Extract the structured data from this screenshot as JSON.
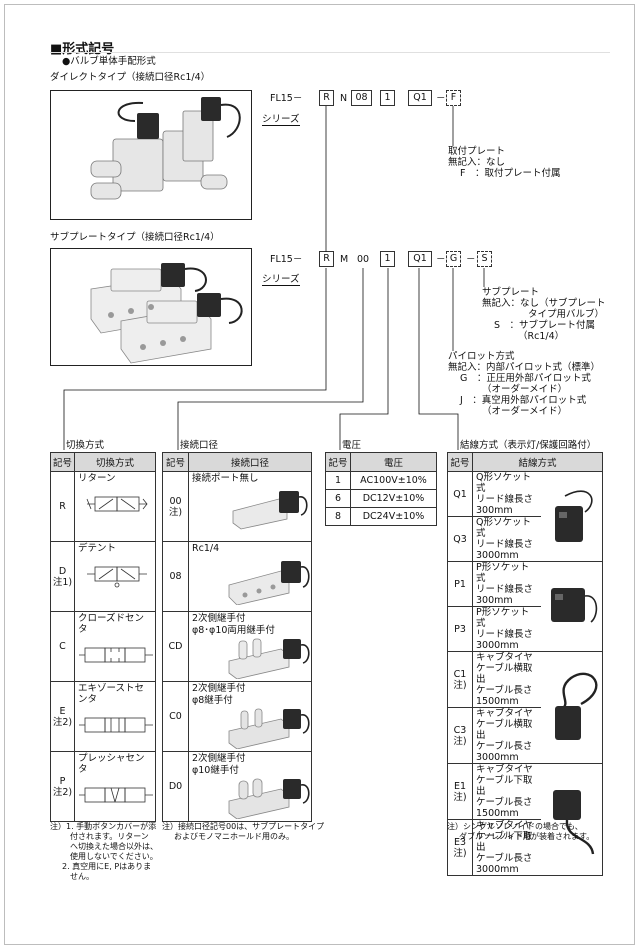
{
  "heading": {
    "title": "■形式記号",
    "subtitle": "●バルブ単体手配形式"
  },
  "direct": {
    "label": "ダイレクトタイプ（接続口径Rc1/4）",
    "code": {
      "prefix": "FL15－",
      "p1": "R",
      "p2": "N",
      "p3": "08",
      "p4": "1",
      "p5": "Q1",
      "p6": "F"
    },
    "series": "シリーズ",
    "plate_title": "取付プレート",
    "plate_lines": [
      "無記入：なし",
      "F　：取付プレート付属"
    ]
  },
  "subplate": {
    "label": "サブプレートタイプ（接続口径Rc1/4）",
    "code": {
      "prefix": "FL15－",
      "p1": "R",
      "p2": "M",
      "p3": "00",
      "p4": "1",
      "p5": "Q1",
      "p6": "G",
      "p7": "S"
    },
    "series": "シリーズ",
    "sub_title": "サブプレート",
    "sub_lines": [
      "無記入：なし（サブプレート",
      "タイプ用バルブ）",
      "S　：サブプレート付属",
      "（Rc1/4）"
    ],
    "pilot_title": "パイロット方式",
    "pilot_lines": [
      "無記入：内部パイロット式（標準）",
      "G　：正圧用外部パイロット式",
      "（オーダーメイド）",
      "J　：真空用外部パイロット式",
      "（オーダーメイド）"
    ]
  },
  "switching": {
    "caption": "切換方式",
    "header": [
      "記号",
      "切換方式"
    ],
    "rows": [
      {
        "code": "R",
        "note": "",
        "name": "リターン"
      },
      {
        "code": "D",
        "note": "注1)",
        "name": "デテント"
      },
      {
        "code": "C",
        "note": "",
        "name": "クローズドセンタ"
      },
      {
        "code": "E",
        "note": "注2)",
        "name": "エキゾーストセンタ"
      },
      {
        "code": "P",
        "note": "注2)",
        "name": "プレッシャセンタ"
      }
    ],
    "notes": [
      "注）1. 手動ボタンカバーが添",
      "付されます。リターン",
      "へ切換えた場合以外は、",
      "使用しないでください。",
      "2. 真空用にE, Pはありま",
      "せん。"
    ]
  },
  "port": {
    "caption": "接続口径",
    "header": [
      "記号",
      "接続口径"
    ],
    "rows": [
      {
        "code": "00",
        "note": "注)",
        "name": [
          "接続ポート無し"
        ]
      },
      {
        "code": "08",
        "note": "",
        "name": [
          "Rc1/4"
        ]
      },
      {
        "code": "CD",
        "note": "",
        "name": [
          "2次側継手付",
          "φ8･φ10両用継手付"
        ]
      },
      {
        "code": "C0",
        "note": "",
        "name": [
          "2次側継手付",
          "φ8継手付"
        ]
      },
      {
        "code": "D0",
        "note": "",
        "name": [
          "2次側継手付",
          "φ10継手付"
        ]
      }
    ],
    "notes": [
      "注）接続口径記号00は、サブプレートタイプ",
      "およびモノマニホールド用のみ。"
    ]
  },
  "voltage": {
    "caption": "電圧",
    "header": [
      "記号",
      "電圧"
    ],
    "rows": [
      {
        "code": "1",
        "name": "AC100V±10%"
      },
      {
        "code": "6",
        "name": "DC12V±10%"
      },
      {
        "code": "8",
        "name": "DC24V±10%"
      }
    ]
  },
  "wiring": {
    "caption": "結線方式（表示灯/保護回路付）",
    "header": [
      "記号",
      "結線方式"
    ],
    "rows": [
      {
        "code": "Q1",
        "note": "",
        "name": [
          "Q形ソケット式",
          "リード線長さ",
          "300mm"
        ]
      },
      {
        "code": "Q3",
        "note": "",
        "name": [
          "Q形ソケット式",
          "リード線長さ",
          "3000mm"
        ]
      },
      {
        "code": "P1",
        "note": "",
        "name": [
          "P形ソケット式",
          "リード線長さ",
          "300mm"
        ]
      },
      {
        "code": "P3",
        "note": "",
        "name": [
          "P形ソケット式",
          "リード線長さ",
          "3000mm"
        ]
      },
      {
        "code": "C1",
        "note": "注)",
        "name": [
          "キャブタイヤ",
          "ケーブル横取出",
          "ケーブル長さ",
          "1500mm"
        ]
      },
      {
        "code": "C3",
        "note": "注)",
        "name": [
          "キャブタイヤ",
          "ケーブル横取出",
          "ケーブル長さ",
          "3000mm"
        ]
      },
      {
        "code": "E1",
        "note": "注)",
        "name": [
          "キャブタイヤ",
          "ケーブル下取出",
          "ケーブル長さ",
          "1500mm"
        ]
      },
      {
        "code": "E3",
        "note": "注)",
        "name": [
          "キャブタイヤ",
          "ケーブル下取出",
          "ケーブル長さ",
          "3000mm"
        ]
      }
    ],
    "notes": [
      "注）シングルソレノイドの場合でも、",
      "ダブルソレノイド用が装着されます。"
    ]
  }
}
